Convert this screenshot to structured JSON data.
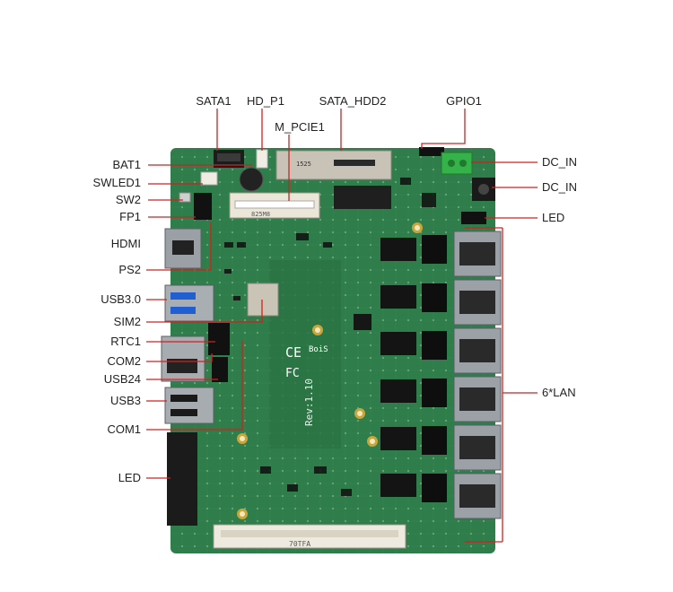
{
  "labels": {
    "sata1": "SATA1",
    "hd_p1": "HD_P1",
    "sata_hdd2": "SATA_HDD2",
    "gpio1": "GPIO1",
    "m_pcie1": "M_PCIE1",
    "bat1": "BAT1",
    "swled1": "SWLED1",
    "sw2": "SW2",
    "fp1": "FP1",
    "hdmi": "HDMI",
    "ps2": "PS2",
    "usb30": "USB3.0",
    "sim2": "SIM2",
    "rtc1": "RTC1",
    "com2": "COM2",
    "usb24": "USB24",
    "usb3": "USB3",
    "com1": "COM1",
    "led_left": "LED",
    "dc_in_1": "DC_IN",
    "dc_in_2": "DC_IN",
    "led_right": "LED",
    "lan": "6*LAN"
  },
  "board_print": {
    "rev": "Rev:1.10",
    "bottom_code": "70TFA",
    "top_code": "825M8",
    "sata_code": "1525",
    "brand": "BoiS"
  },
  "colors": {
    "pcb": "#2f7d4a",
    "leader": "#d42020",
    "text": "#222222"
  }
}
